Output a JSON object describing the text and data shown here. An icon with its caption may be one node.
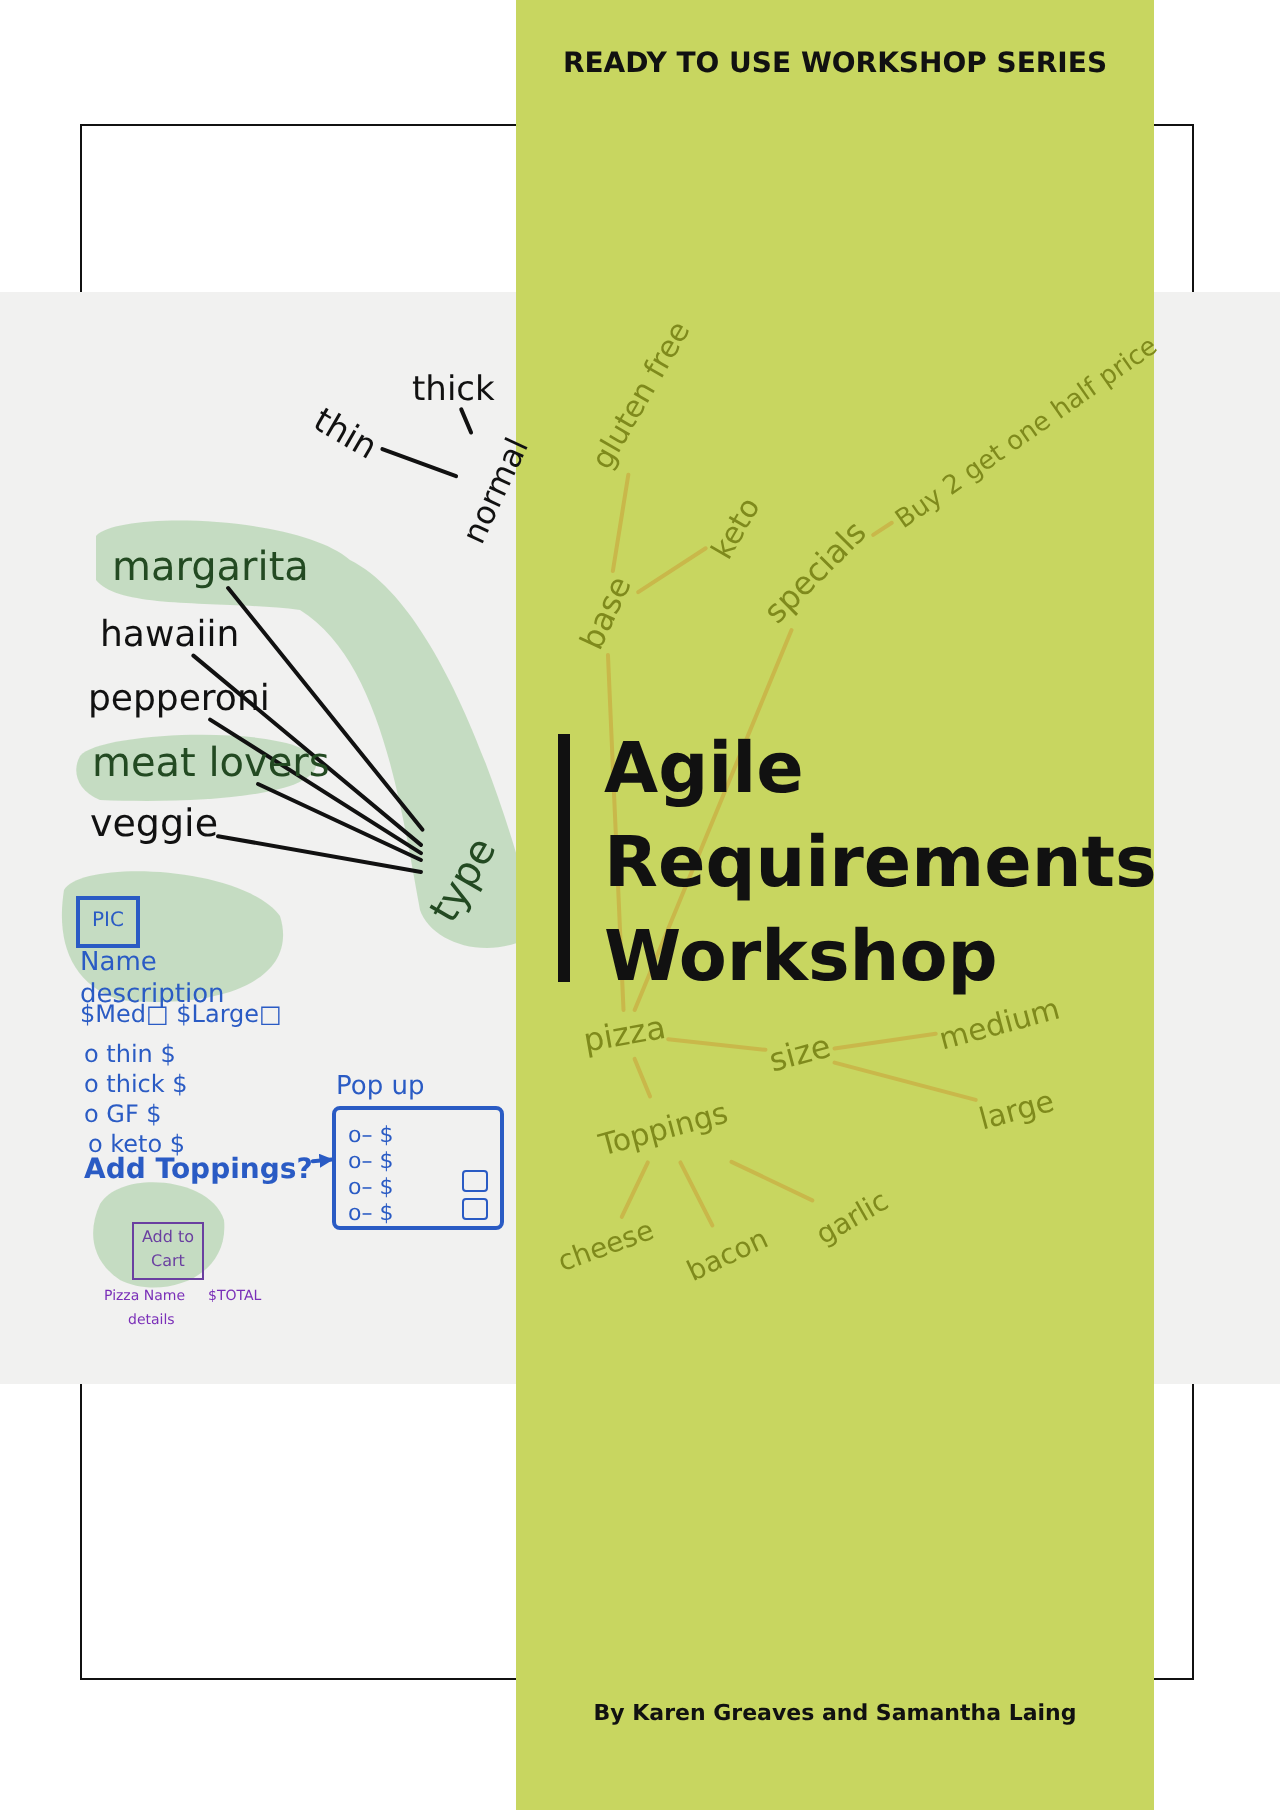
{
  "diagram": {
    "title": "Agile Requirements Workshop",
    "nodes": [
      {
        "text": [
          "thin"
        ]
      },
      {
        "text": [
          "thick"
        ]
      },
      {
        "text": [
          "normal"
        ]
      },
      {
        "text": [
          "margarita"
        ]
      },
      {
        "text": [
          "hawaiin"
        ]
      },
      {
        "text": [
          "pepperoni"
        ]
      },
      {
        "text": [
          "meat lovers"
        ]
      },
      {
        "text": [
          "veggie"
        ]
      },
      {
        "text": [
          "type"
        ]
      },
      {
        "text": [
          "PIC"
        ]
      },
      {
        "text": [
          "Add Toppings?"
        ]
      },
      {
        "text": [
          "Pop up"
        ]
      },
      {
        "text": [
          "Add to Cart"
        ]
      },
      {
        "text": [
          "pizza"
        ]
      },
      {
        "text": [
          "base"
        ]
      },
      {
        "text": [
          "gluten free"
        ]
      },
      {
        "text": [
          "keto"
        ]
      },
      {
        "text": [
          "specials"
        ]
      },
      {
        "text": [
          "Buy 2 get one half price"
        ]
      },
      {
        "text": [
          "size"
        ]
      },
      {
        "text": [
          "medium"
        ]
      },
      {
        "text": [
          "large"
        ]
      },
      {
        "text": [
          "Toppings"
        ]
      },
      {
        "text": [
          "cheese"
        ]
      },
      {
        "text": [
          "bacon"
        ]
      },
      {
        "text": [
          "garlic"
        ]
      }
    ],
    "edges": [
      {
        "from": 2,
        "to": 0,
        "arrow": "none",
        "color": "#111111"
      },
      {
        "from": 2,
        "to": 1,
        "arrow": "none",
        "color": "#111111"
      },
      {
        "from": 3,
        "to": 8,
        "arrow": "none",
        "color": "#111111"
      },
      {
        "from": 4,
        "to": 8,
        "arrow": "none",
        "color": "#111111"
      },
      {
        "from": 5,
        "to": 8,
        "arrow": "none",
        "color": "#111111"
      },
      {
        "from": 6,
        "to": 8,
        "arrow": "none",
        "color": "#111111"
      },
      {
        "from": 7,
        "to": 8,
        "arrow": "none",
        "color": "#111111"
      },
      {
        "from": 10,
        "to": 11,
        "arrow": "to",
        "color": "#2a5bc4"
      },
      {
        "from": 14,
        "to": 15,
        "arrow": "none",
        "color": "#c9b84a"
      },
      {
        "from": 14,
        "to": 16,
        "arrow": "none",
        "color": "#c9b84a"
      },
      {
        "from": 13,
        "to": 14,
        "arrow": "none",
        "color": "#c9b84a"
      },
      {
        "from": 13,
        "to": 17,
        "arrow": "none",
        "color": "#c9b84a"
      },
      {
        "from": 17,
        "to": 18,
        "arrow": "none",
        "color": "#c9b84a"
      },
      {
        "from": 13,
        "to": 19,
        "arrow": "none",
        "color": "#c9b84a"
      },
      {
        "from": 19,
        "to": 20,
        "arrow": "none",
        "color": "#c9b84a"
      },
      {
        "from": 19,
        "to": 21,
        "arrow": "none",
        "color": "#c9b84a"
      },
      {
        "from": 13,
        "to": 22,
        "arrow": "none",
        "color": "#c9b84a"
      },
      {
        "from": 22,
        "to": 23,
        "arrow": "none",
        "color": "#c9b84a"
      },
      {
        "from": 22,
        "to": 24,
        "arrow": "none",
        "color": "#c9b84a"
      },
      {
        "from": 22,
        "to": 25,
        "arrow": "none",
        "color": "#c9b84a"
      }
    ],
    "labels": [
      "READY TO USE WORKSHOP SERIES",
      "Name description",
      "$Med□ $Large□",
      "o thin $",
      "o thick $",
      "o GF $",
      "o keto $",
      "o– $",
      "o– $",
      "o– $",
      "o– $",
      "Pizza Name",
      "$TOTAL",
      "details",
      "By Karen Greaves and Samantha Laing"
    ]
  }
}
